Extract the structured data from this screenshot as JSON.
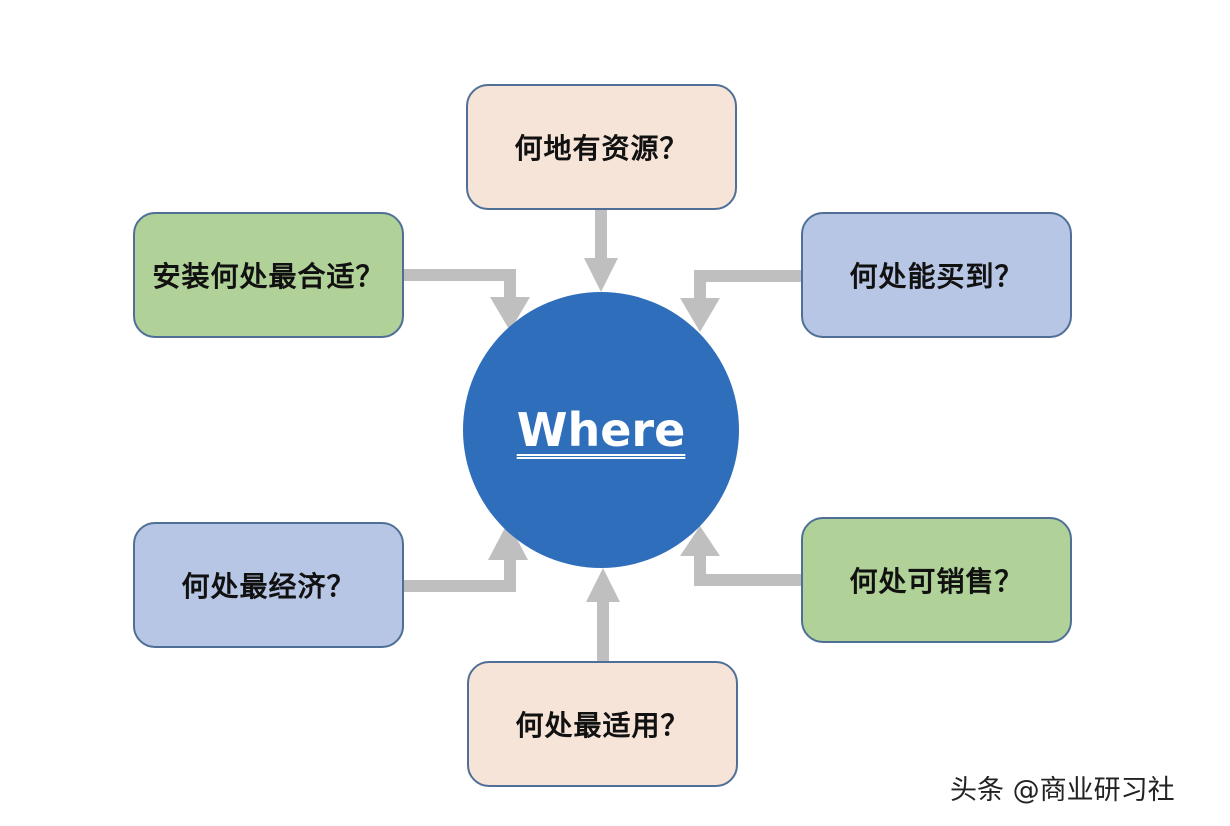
{
  "center": {
    "label": "Where",
    "color": "#2f6eba"
  },
  "nodes": {
    "top": {
      "label": "何地有资源？",
      "color": "#f6e4d8"
    },
    "top_left": {
      "label": "安装何处最合适？",
      "color": "#b0d198"
    },
    "top_right": {
      "label": "何处能买到？",
      "color": "#b7c6e4"
    },
    "bottom_left": {
      "label": "何处最经济？",
      "color": "#b7c6e4"
    },
    "bottom_right": {
      "label": "何处可销售？",
      "color": "#b0d198"
    },
    "bottom": {
      "label": "何处最适用？",
      "color": "#f6e4d8"
    }
  },
  "arrow_color": "#bfbfbf",
  "watermark": "头条 @商业研习社"
}
